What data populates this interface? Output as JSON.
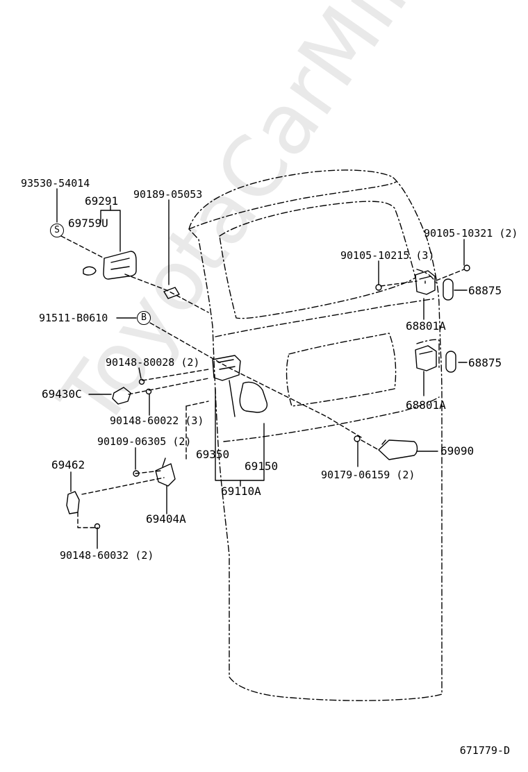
{
  "watermark": "ToyotaCarMine.ru",
  "drawing_code": "671779-D",
  "callouts": {
    "s": "S",
    "b": "B"
  },
  "labels": {
    "p93530": "93530-54014",
    "p69291": "69291",
    "p69759u": "69759U",
    "p90189": "90189-05053",
    "p90105a": "90105-10321 (2)",
    "p90105b": "90105-10215 (3)",
    "p68875a": "68875",
    "p68801a1": "68801A",
    "p91511": "91511-B0610",
    "p90148a": "90148-80028 (2)",
    "p68875b": "68875",
    "p69430c": "69430C",
    "p68801a2": "68801A",
    "p90148b": "90148-60022 (3)",
    "p90109": "90109-06305 (2)",
    "p69350": "69350",
    "p69150": "69150",
    "p69090": "69090",
    "p69462": "69462",
    "p69110a": "69110A",
    "p90179": "90179-06159 (2)",
    "p69404a": "69404A",
    "p90148c": "90148-60032 (2)"
  }
}
